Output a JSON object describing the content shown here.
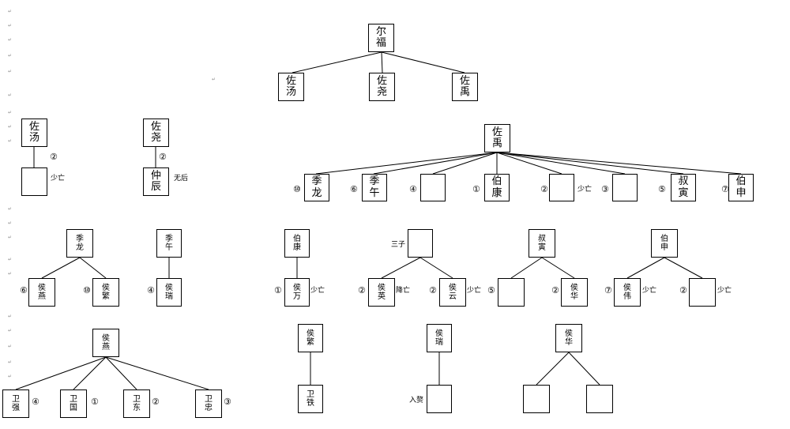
{
  "top_tree": {
    "root": "尔\n福",
    "children": [
      "佐\n汤",
      "佐\n尧",
      "佐\n禹"
    ]
  },
  "zuotang": {
    "root": "佐\n汤",
    "num": "②",
    "child": "",
    "note": "少亡"
  },
  "zuoyao": {
    "root": "佐\n尧",
    "num": "②",
    "child": "仲\n辰",
    "note": "无后"
  },
  "zuoyu": {
    "root": "佐\n禹",
    "children": [
      {
        "num": "⑩",
        "name": "季\n龙",
        "note": ""
      },
      {
        "num": "⑥",
        "name": "季\n午",
        "note": ""
      },
      {
        "num": "④",
        "name": "",
        "note": ""
      },
      {
        "num": "①",
        "name": "伯\n康",
        "note": ""
      },
      {
        "num": "②",
        "name": "",
        "note": "少亡"
      },
      {
        "num": "③",
        "name": "",
        "note": ""
      },
      {
        "num": "⑤",
        "name": "叔\n寅",
        "note": ""
      },
      {
        "num": "⑦",
        "name": "伯\n申",
        "note": ""
      }
    ]
  },
  "jilong": {
    "root": "季\n龙",
    "children": [
      {
        "num": "⑥",
        "name": "侯\n燕",
        "note": ""
      },
      {
        "num": "⑩",
        "name": "侯\n繁",
        "note": ""
      }
    ]
  },
  "jiwu": {
    "root": "季\n午",
    "children": [
      {
        "num": "④",
        "name": "侯\n瑞",
        "note": ""
      }
    ]
  },
  "bokang": {
    "root": "伯\n康",
    "children": [
      {
        "num": "①",
        "name": "侯\n万",
        "note": "少亡"
      }
    ]
  },
  "third": {
    "prefix": "三子",
    "root": "",
    "children": [
      {
        "num": "②",
        "name": "侯\n英",
        "note": "降亡"
      },
      {
        "num": "②",
        "name": "侯\n云",
        "note": "少亡"
      }
    ]
  },
  "shuyin": {
    "root": "叔\n寅",
    "children": [
      {
        "num": "⑤",
        "name": "",
        "note": ""
      },
      {
        "num": "②",
        "name": "侯\n华",
        "note": ""
      }
    ]
  },
  "boshen": {
    "root": "伯\n申",
    "children": [
      {
        "num": "⑦",
        "name": "侯\n伟",
        "note": "少亡"
      },
      {
        "num": "②",
        "name": "",
        "note": "少亡"
      }
    ]
  },
  "houyan": {
    "root": "侯\n燕",
    "children": [
      {
        "name": "卫\n强",
        "num": "④"
      },
      {
        "name": "卫\n国",
        "num": "①"
      },
      {
        "name": "卫\n东",
        "num": "②"
      },
      {
        "name": "卫\n忠",
        "num": "③"
      }
    ]
  },
  "houfan": {
    "root": "侯\n繁",
    "children": [
      {
        "name": "卫\n铁"
      }
    ]
  },
  "hourui": {
    "root": "侯\n瑞",
    "children": [
      {
        "name": ""
      }
    ],
    "note": "入赘"
  },
  "houhua": {
    "root": "侯\n华",
    "children": [
      {
        "name": ""
      },
      {
        "name": ""
      }
    ]
  }
}
